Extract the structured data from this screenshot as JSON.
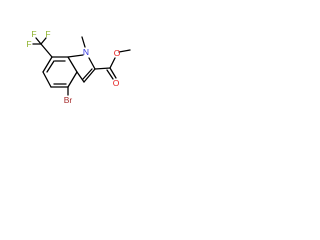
{
  "molecule": {
    "labels": {
      "f_top_left": "F",
      "f_top_right": "F",
      "f_left": "F",
      "n": "N",
      "o_ester": "O",
      "o_carbonyl": "O",
      "br": "Br"
    },
    "colors": {
      "fluorine": "#8db32c",
      "nitrogen": "#2f33e0",
      "oxygen": "#e41c1c",
      "bromine": "#a52a2a",
      "bond": "#000000"
    }
  }
}
